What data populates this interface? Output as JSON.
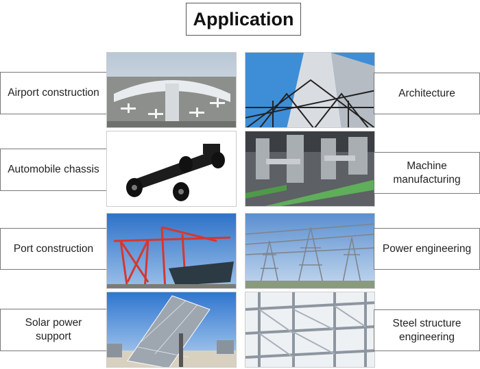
{
  "title": "Application",
  "applications": [
    {
      "label": "Airport construction",
      "icon": "airport-image"
    },
    {
      "label": "Architecture",
      "icon": "architecture-image"
    },
    {
      "label": "Automobile chassis",
      "icon": "chassis-image"
    },
    {
      "label": "Machine\nmanufacturing",
      "icon": "machine-image"
    },
    {
      "label": "Port construction",
      "icon": "port-image"
    },
    {
      "label": "Power engineering",
      "icon": "power-image"
    },
    {
      "label": "Solar power\nsupport",
      "icon": "solar-image"
    },
    {
      "label": "Steel structure\nengineering",
      "icon": "steel-image"
    }
  ]
}
